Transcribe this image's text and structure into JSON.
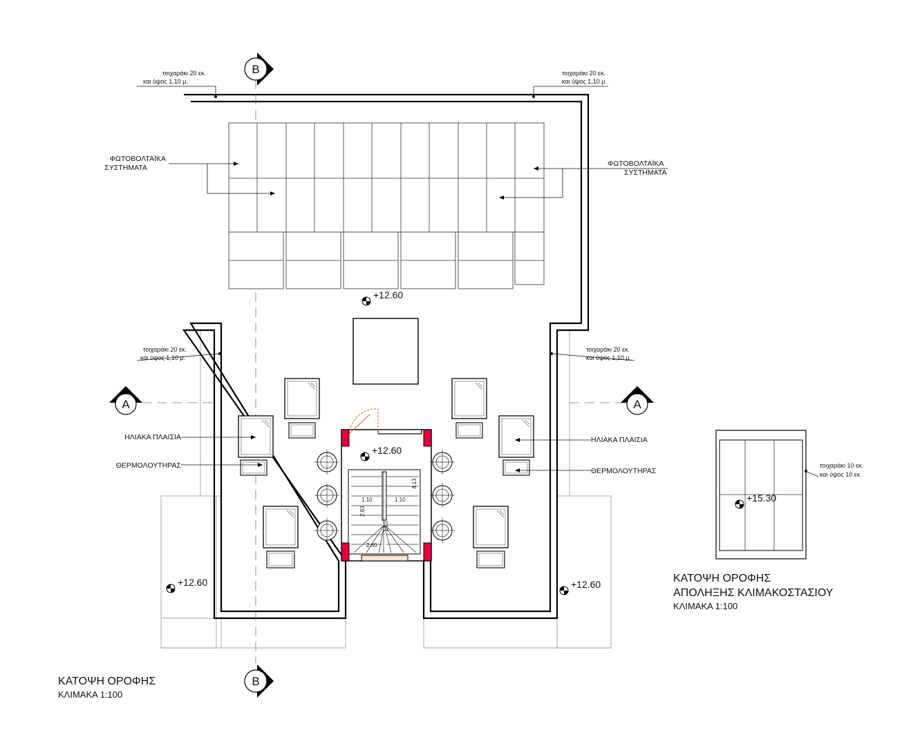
{
  "section_markers": {
    "b": "B",
    "a": "A"
  },
  "wall_notes": {
    "parapet_20_line1": "τοιχαράκι 20 εκ.",
    "parapet_20_line2": "και ύψος 1,10 μ.",
    "parapet_10_line1": "τοιχαράκι 10 εκ.",
    "parapet_10_line2": "και ύψος 10 εκ."
  },
  "equipment": {
    "pv_line1": "ΦΩΤΟΒΟΛΤΑΪΚΑ",
    "pv_line2": "ΣΥΣΤΗΜΑΤΑ",
    "solar_panels": "ΗΛΙΑΚΑ ΠΛΑΙΣΙΑ",
    "water_heater": "ΘΕΡΜΟΛΟΥΤΗΡΑΣ"
  },
  "levels": {
    "roof": "+12.60",
    "stair_roof": "+15.30"
  },
  "dimensions": {
    "d1": "1.10",
    "d2": "1.10",
    "d3": "2.83",
    "d4": "4.13",
    "d5": "1.10",
    "d6": "2.60"
  },
  "titles": {
    "main_title": "ΚΑΤΟΨΗ ΟΡΟΦΗΣ",
    "main_scale": "ΚΛΙΜΑΚΑ 1:100",
    "stair_title_1": "ΚΑΤΟΨΗ ΟΡΟΦΗΣ",
    "stair_title_2": "ΑΠΟΛΗΞΗΣ ΚΛΙΜΑΚΟΣΤΑΣΙΟΥ",
    "stair_scale": "ΚΛΙΜΑΚΑ 1:100"
  },
  "colors": {
    "columns": "#e0003c",
    "door_swing": "#d9662a"
  }
}
